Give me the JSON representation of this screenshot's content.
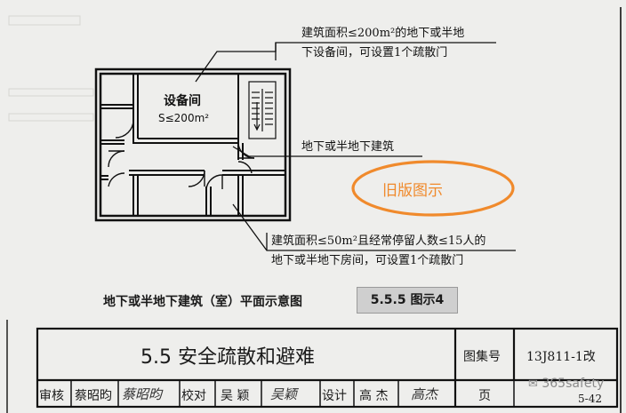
{
  "diagram": {
    "room_label": "设备间",
    "room_area": "S≤200m²",
    "annotation_top_line1": "建筑面积≤200m²的地下或半地",
    "annotation_top_line2": "下设备间，可设置1个疏散门",
    "annotation_mid": "地下或半地下建筑",
    "annotation_bottom_line1": "建筑面积≤50m²且经常停留人数≤15人的",
    "annotation_bottom_line2": "地下或半地下房间，可设置1个疏散门",
    "old_version_stamp": "旧版图示",
    "stamp_color": "#f08a2c"
  },
  "caption": {
    "title": "地下或半地下建筑（室）平面示意图",
    "figure_tag": "5.5.5 图示4"
  },
  "title_block": {
    "section_title": "5.5 安全疏散和避难",
    "atlas_label": "图集号",
    "atlas_number": "13J811-1改",
    "review_label": "审核",
    "reviewer": "蔡昭昀",
    "check_label": "校对",
    "checker": "吴 颖",
    "design_label": "设计",
    "designer": "高 杰",
    "page_label": "页",
    "page_number": "5-42",
    "watermark": "365safety"
  }
}
